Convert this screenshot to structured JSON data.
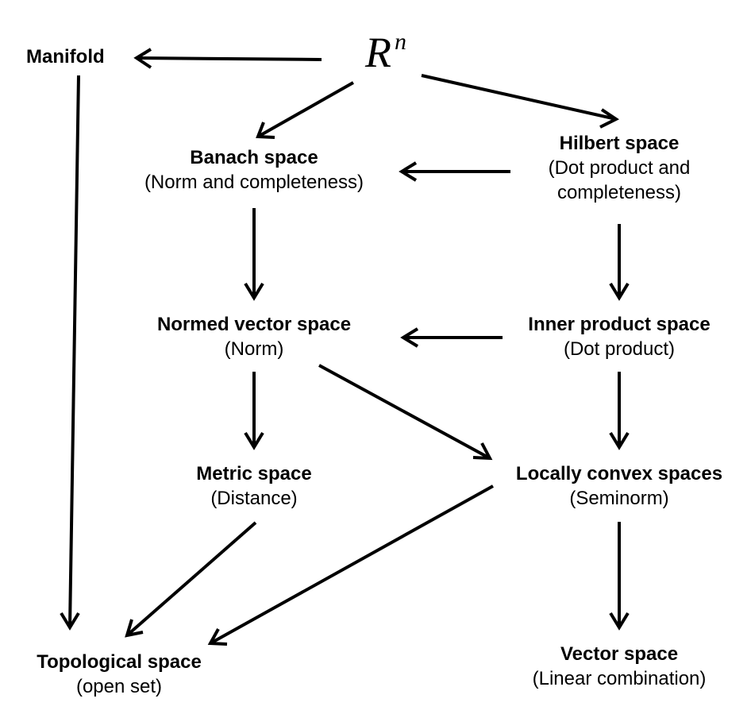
{
  "root": {
    "base": "R",
    "exponent": "n"
  },
  "nodes": {
    "manifold": {
      "title": "Manifold",
      "sub": ""
    },
    "banach": {
      "title": "Banach space",
      "sub": "(Norm and completeness)"
    },
    "hilbert": {
      "title": "Hilbert space",
      "sub": "(Dot product and",
      "sub2": "completeness)"
    },
    "normed": {
      "title": "Normed vector space",
      "sub": "(Norm)"
    },
    "inner": {
      "title": "Inner product space",
      "sub": "(Dot product)"
    },
    "metric": {
      "title": "Metric space",
      "sub": "(Distance)"
    },
    "locally_convex": {
      "title": "Locally convex spaces",
      "sub": "(Seminorm)"
    },
    "topological": {
      "title": "Topological space",
      "sub": "(open set)"
    },
    "vector": {
      "title": "Vector space",
      "sub": "(Linear combination)"
    }
  },
  "colors": {
    "stroke": "#000000",
    "background": "#ffffff"
  }
}
